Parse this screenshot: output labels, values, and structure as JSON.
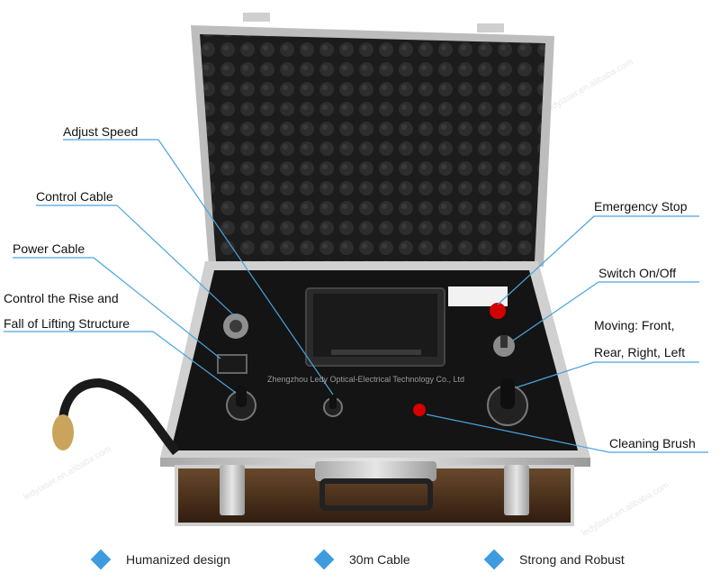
{
  "callouts": [
    {
      "id": "adjust-speed",
      "text": "Adjust Speed"
    },
    {
      "id": "control-cable",
      "text": "Control Cable"
    },
    {
      "id": "power-cable",
      "text": "Power Cable"
    },
    {
      "id": "rise-fall-1",
      "text": "Control the Rise and"
    },
    {
      "id": "rise-fall-2",
      "text": "Fall of Lifting Structure"
    },
    {
      "id": "emergency-stop",
      "text": "Emergency Stop"
    },
    {
      "id": "switch-on-off",
      "text": "Switch On/Off"
    },
    {
      "id": "moving-1",
      "text": "Moving: Front,"
    },
    {
      "id": "moving-2",
      "text": "Rear, Right, Left"
    },
    {
      "id": "cleaning-brush",
      "text": "Cleaning Brush"
    }
  ],
  "panel_text": "Zhengzhou Ledy Optical-Electrical Technology Co., Ltd",
  "watermark": "ledylaser.en.alibaba.com",
  "features": [
    {
      "text": "Humanized design"
    },
    {
      "text": "30m Cable"
    },
    {
      "text": "Strong and Robust"
    }
  ],
  "colors": {
    "accent_diamond": "#3d9be0",
    "callout_line": "#4aa3df",
    "case_frame": "#c9c9c9",
    "panel": "#141414",
    "foam": "#1e1e1e",
    "emergency_red": "#d40000",
    "wood_brown": "#4a2c17"
  }
}
